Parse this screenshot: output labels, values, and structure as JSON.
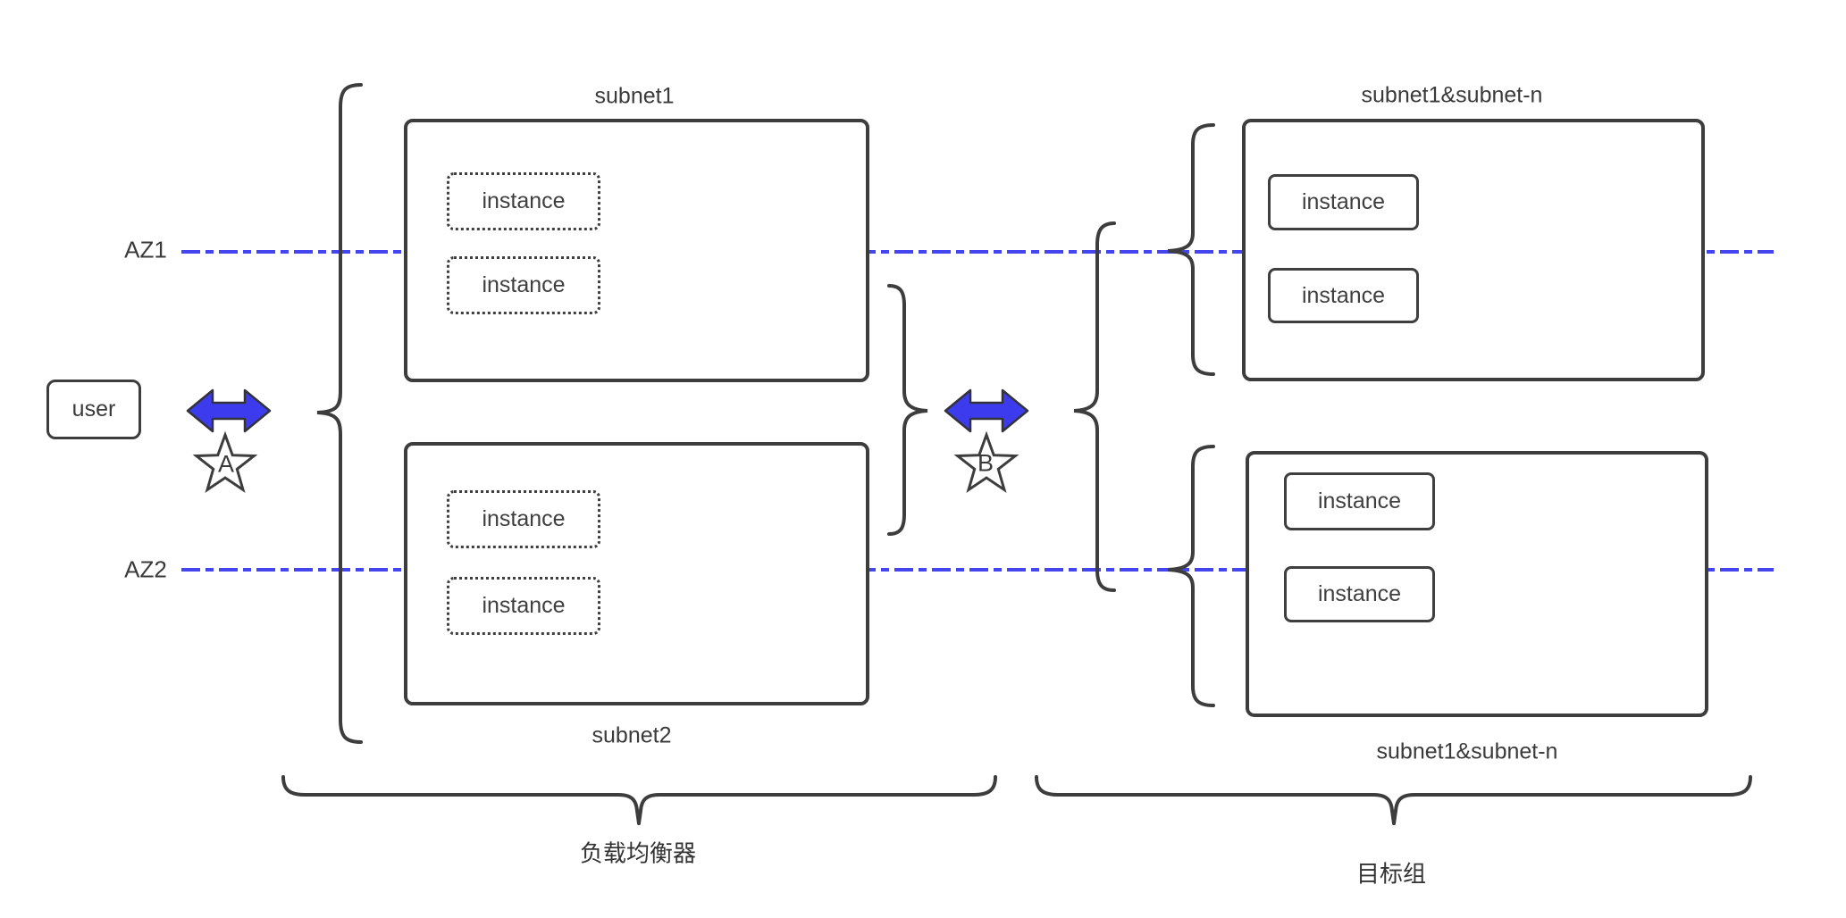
{
  "diagram": {
    "user": {
      "label": "user"
    },
    "az": [
      {
        "label": "AZ1"
      },
      {
        "label": "AZ2"
      }
    ],
    "markers": {
      "a": "A",
      "b": "B"
    },
    "load_balancer": {
      "group_label": "负载均衡器",
      "subnets": [
        {
          "label": "subnet1",
          "instances": [
            "instance",
            "instance"
          ]
        },
        {
          "label": "subnet2",
          "instances": [
            "instance",
            "instance"
          ]
        }
      ]
    },
    "target_group": {
      "group_label": "目标组",
      "subnets": [
        {
          "label": "subnet1&subnet-n",
          "instances": [
            "instance",
            "instance"
          ]
        },
        {
          "label": "subnet1&subnet-n",
          "instances": [
            "instance",
            "instance"
          ]
        }
      ]
    },
    "colors": {
      "accent_blue": "#3c3cee",
      "stroke_dark": "#3d3d3d"
    }
  }
}
